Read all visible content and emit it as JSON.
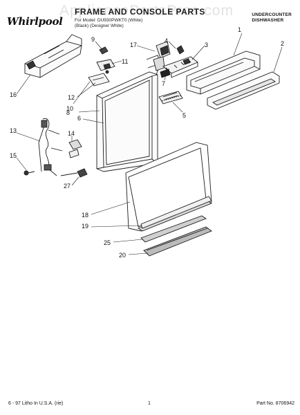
{
  "header": {
    "brand": "Whirlpool",
    "title": "FRAME AND CONSOLE PARTS",
    "model_line": "For Model: DU930PWKT0 (White)",
    "color_line": "(Black)     (Designer White)",
    "category_line1": "UNDERCOUNTER",
    "category_line2": "DISHWASHER",
    "watermark": "AppliancePartsPros.com"
  },
  "footer": {
    "litho": "6 - 97 Litho In U.S.A. (rie)",
    "page_number": "1",
    "part_number": "Part No. 8706942"
  },
  "callouts": [
    "1",
    "2",
    "3",
    "4",
    "5",
    "6",
    "7",
    "8",
    "9",
    "10",
    "11",
    "12",
    "13",
    "14",
    "15",
    "16",
    "17",
    "18",
    "19",
    "20",
    "25",
    "27"
  ]
}
